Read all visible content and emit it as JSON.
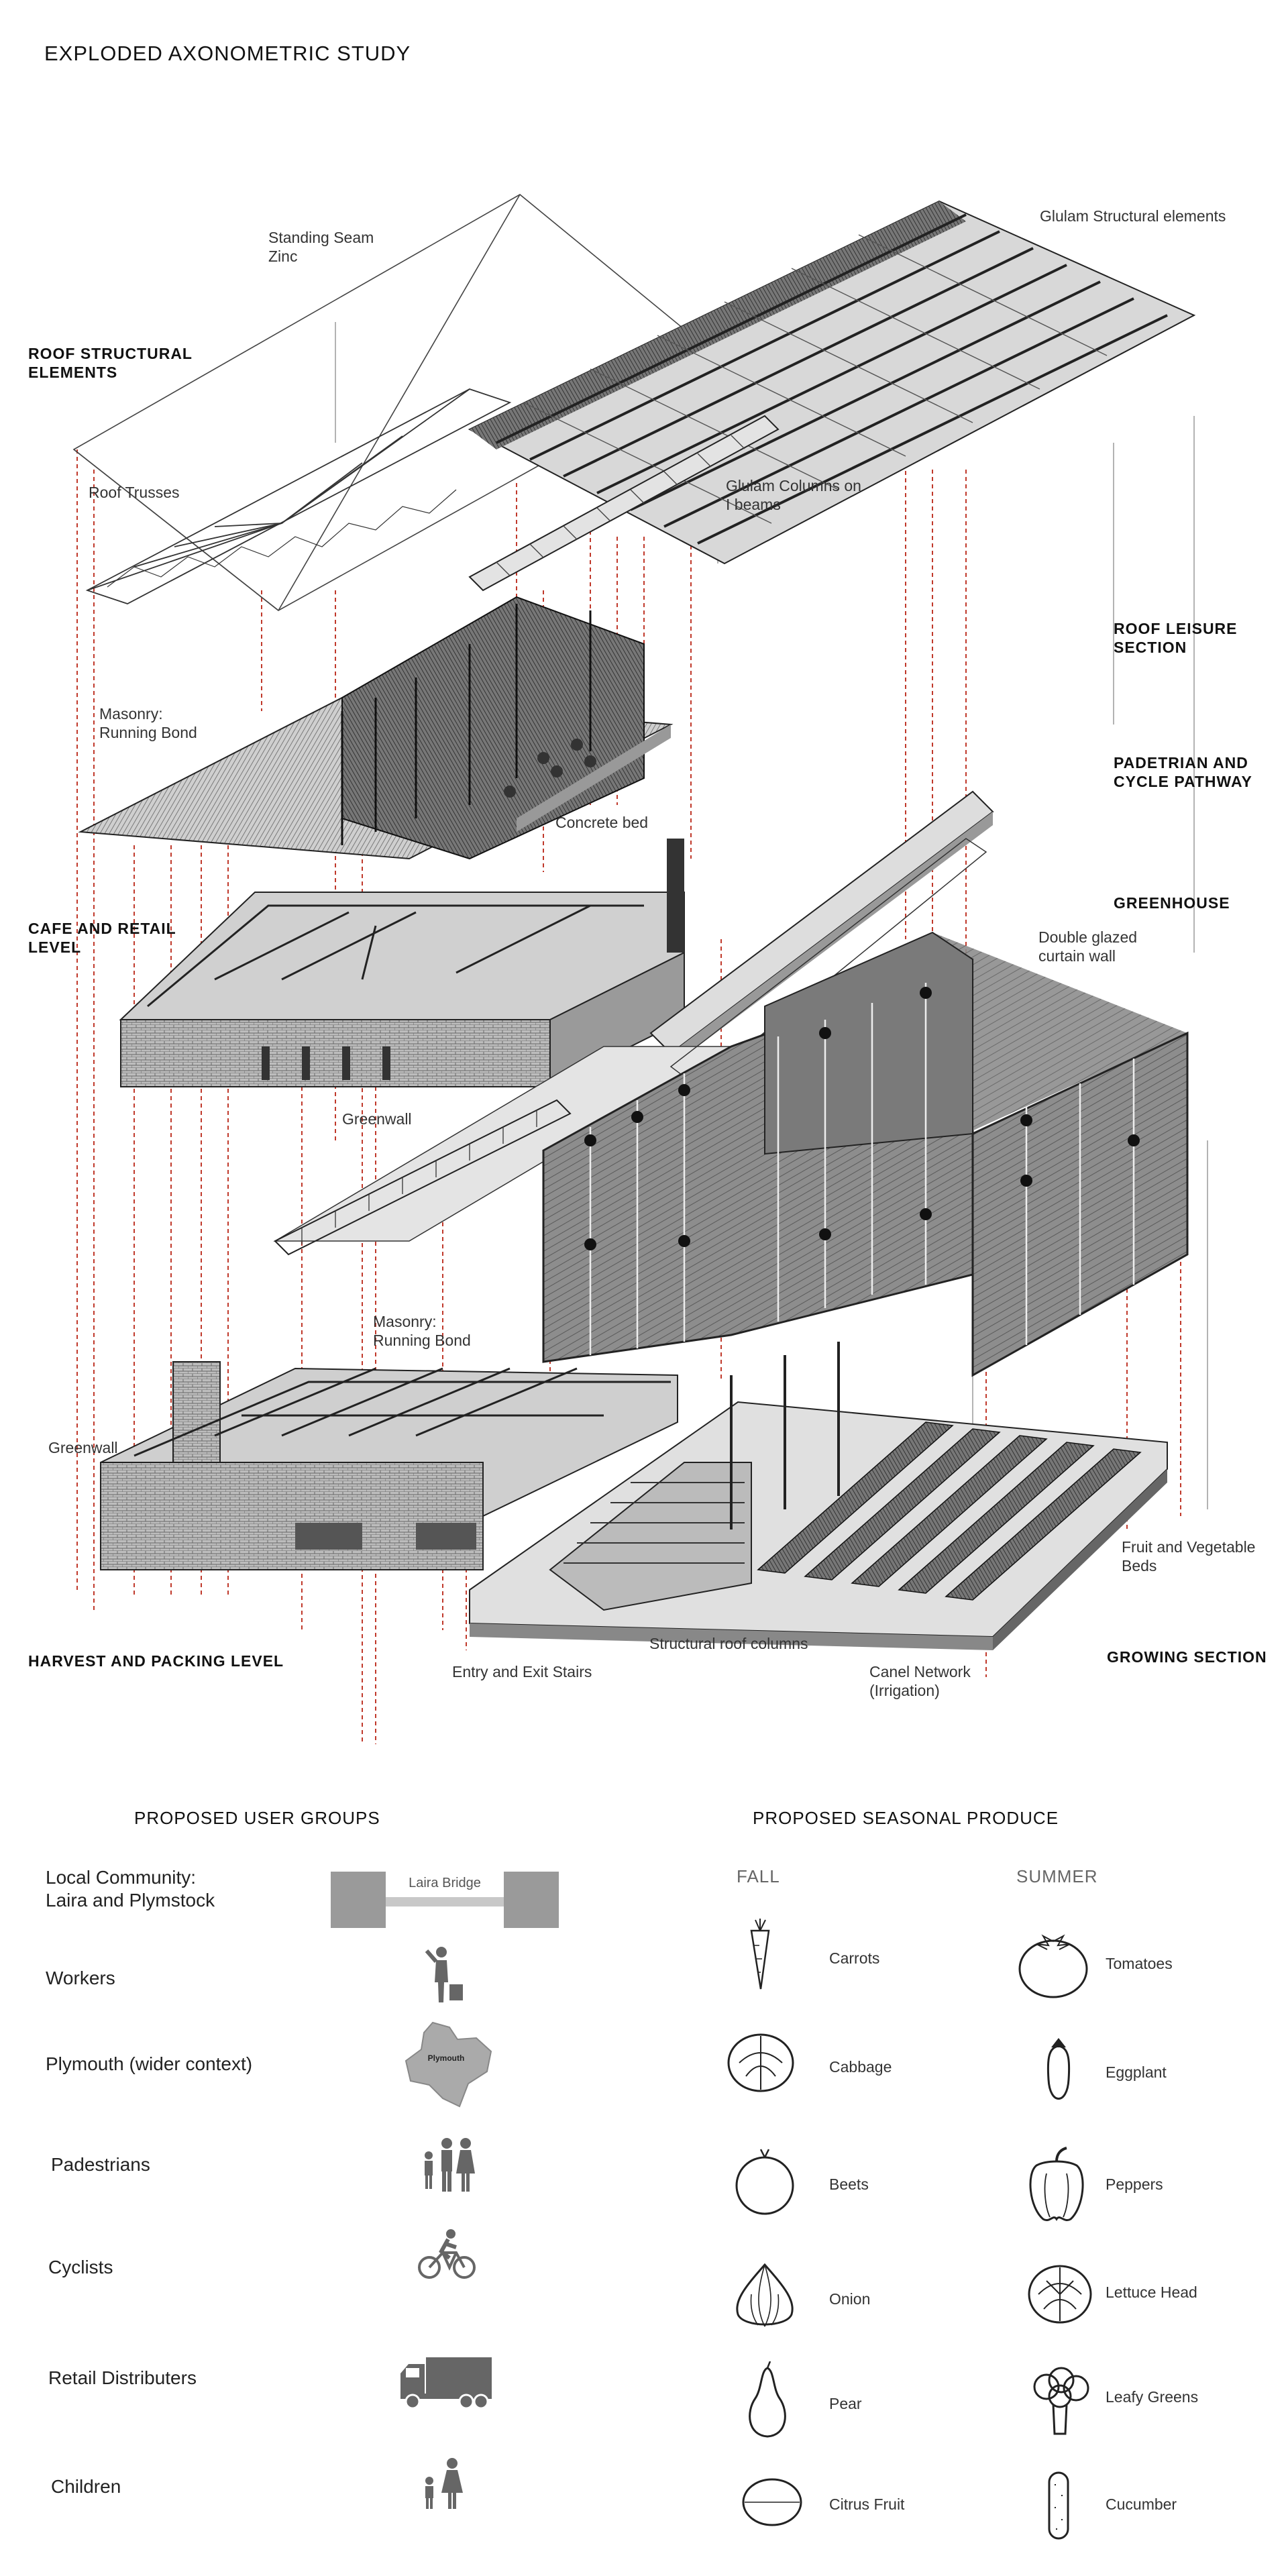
{
  "title": "EXPLODED AXONOMETRIC STUDY",
  "diagram": {
    "left_labels": {
      "roof_structural": "ROOF STRUCTURAL\nELEMENTS",
      "cafe_retail": "CAFE AND RETAIL\nLEVEL",
      "harvest_packing": "HARVEST AND  PACKING LEVEL"
    },
    "right_labels": {
      "roof_leisure": "ROOF LEISURE\nSECTION",
      "padetrian": "PADETRIAN AND\nCYCLE PATHWAY",
      "greenhouse": "GREENHOUSE",
      "growing": "GROWING SECTION"
    },
    "annotations": {
      "standing_seam": "Standing Seam\nZinc",
      "glulam_structural": "Glulam Structural elements",
      "roof_trusses": "Roof Trusses",
      "glulam_columns": "Glulam Columns on\nI beams",
      "masonry_upper": "Masonry:\nRunning Bond",
      "concrete_bed": "Concrete bed",
      "double_glazed": "Double glazed\ncurtain wall",
      "greenwall_upper": "Greenwall",
      "masonry_lower": "Masonry:\nRunning Bond",
      "greenwall_lower": "Greenwall",
      "fruit_veg_beds": "Fruit and Vegetable\nBeds",
      "structural_roof_columns": "Structural roof columns",
      "entry_exit_stairs": "Entry and Exit Stairs",
      "canel_network": "Canel Network\n(Irrigation)"
    }
  },
  "user_groups": {
    "heading": "PROPOSED USER GROUPS",
    "items": [
      {
        "label": "Local Community:\nLaira and Plymstock",
        "icon": "bridge-icon",
        "icon_text": "Laira Bridge"
      },
      {
        "label": "Workers",
        "icon": "worker-icon"
      },
      {
        "label": "Plymouth (wider context)",
        "icon": "plymouth-map-icon",
        "icon_text": "Plymouth"
      },
      {
        "label": "Padestrians",
        "icon": "pedestrians-icon"
      },
      {
        "label": "Cyclists",
        "icon": "cyclist-icon"
      },
      {
        "label": "Retail Distributers",
        "icon": "truck-icon"
      },
      {
        "label": "Children",
        "icon": "children-icon"
      }
    ]
  },
  "produce": {
    "heading": "PROPOSED SEASONAL PRODUCE",
    "fall_label": "FALL",
    "summer_label": "SUMMER",
    "fall": [
      "Carrots",
      "Cabbage",
      "Beets",
      "Onion",
      "Pear",
      "Citrus Fruit"
    ],
    "summer": [
      "Tomatoes",
      "Eggplant",
      "Peppers",
      "Lettuce Head",
      "Leafy Greens",
      "Cucumber"
    ]
  },
  "colors": {
    "leader_red": "#c0392b",
    "ink": "#222222",
    "mid_gray": "#8a8a8a",
    "icon_gray": "#6b6b6b"
  }
}
